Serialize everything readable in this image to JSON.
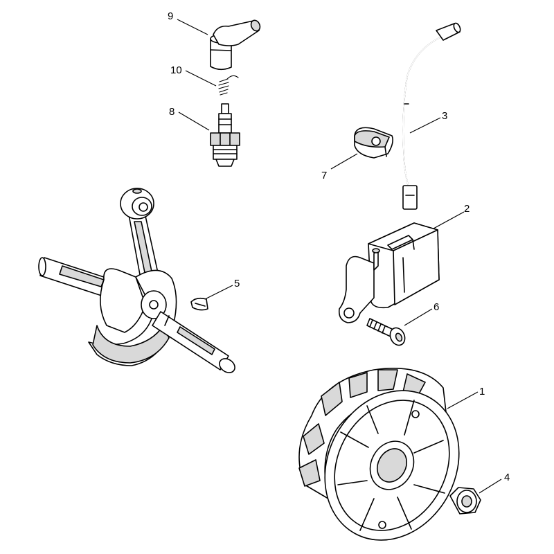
{
  "callouts": [
    {
      "id": "1",
      "label": "1"
    },
    {
      "id": "2",
      "label": "2"
    },
    {
      "id": "3",
      "label": "3"
    },
    {
      "id": "4",
      "label": "4"
    },
    {
      "id": "5",
      "label": "5"
    },
    {
      "id": "6",
      "label": "6"
    },
    {
      "id": "7",
      "label": "7"
    },
    {
      "id": "8",
      "label": "8"
    },
    {
      "id": "9",
      "label": "9"
    },
    {
      "id": "10",
      "label": "10"
    }
  ],
  "colors": {
    "line": "#000000",
    "background": "#ffffff",
    "shade": "#d9d9d9"
  }
}
